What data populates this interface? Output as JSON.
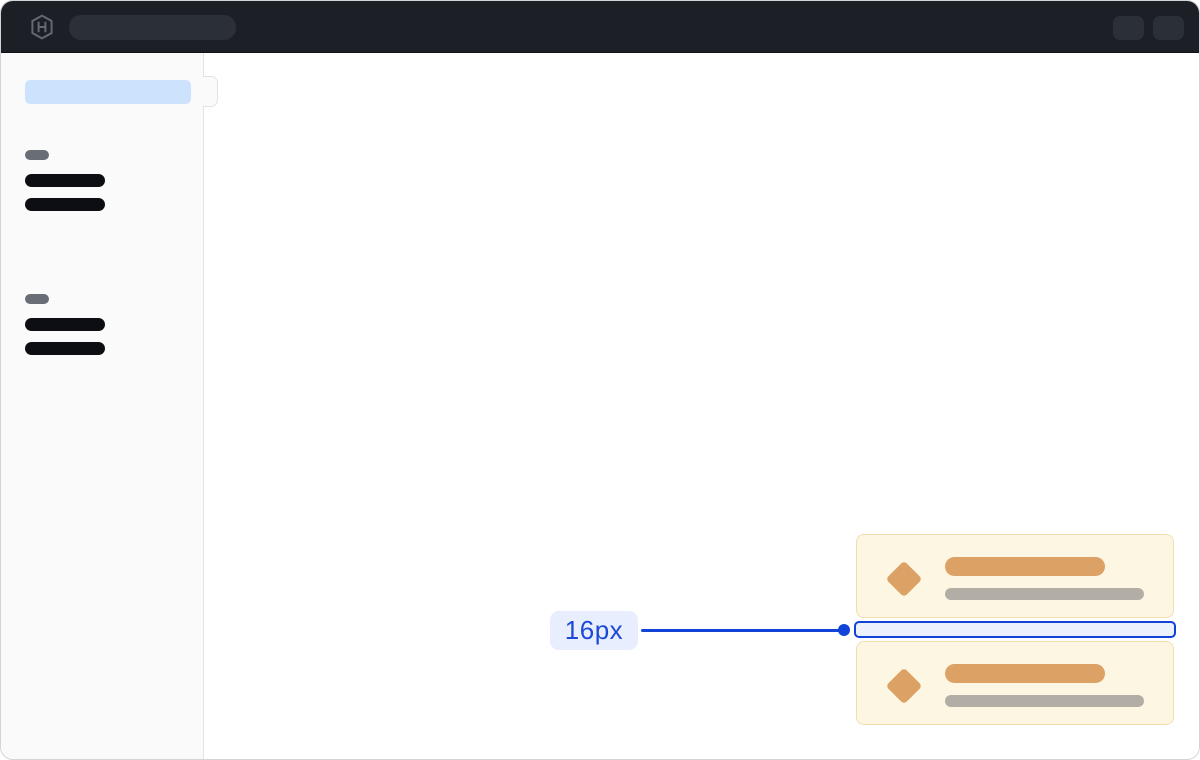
{
  "navbar": {
    "bg_color": "#1c1f25",
    "logo_icon": "hashicorp-logo-icon",
    "logo_color": "#646871",
    "skeleton_pill_color": "#2b2f37",
    "action_button_count": 2
  },
  "sidebar": {
    "bg_color": "#fafafa",
    "border_color": "#e1e3e7",
    "active_item_bg": "#cce2fd",
    "section_label_color": "#696e76",
    "item_bar_color": "#0c0e13",
    "sections": [
      {
        "items": 2
      },
      {
        "items": 2
      }
    ]
  },
  "cards": {
    "count": 2,
    "bg_color": "#fdf6e2",
    "border_color": "#f2ddae",
    "icon": "diamond-icon",
    "icon_color": "#dca265",
    "title_bar_color": "#dca265",
    "subtitle_bar_color": "#b2aea6"
  },
  "annotation": {
    "label": "16px",
    "accent_color": "#1243d8",
    "label_text_color": "#1c49d7",
    "label_bg_color": "#e8eefd",
    "highlight_bg_color": "#ecf2fd"
  }
}
